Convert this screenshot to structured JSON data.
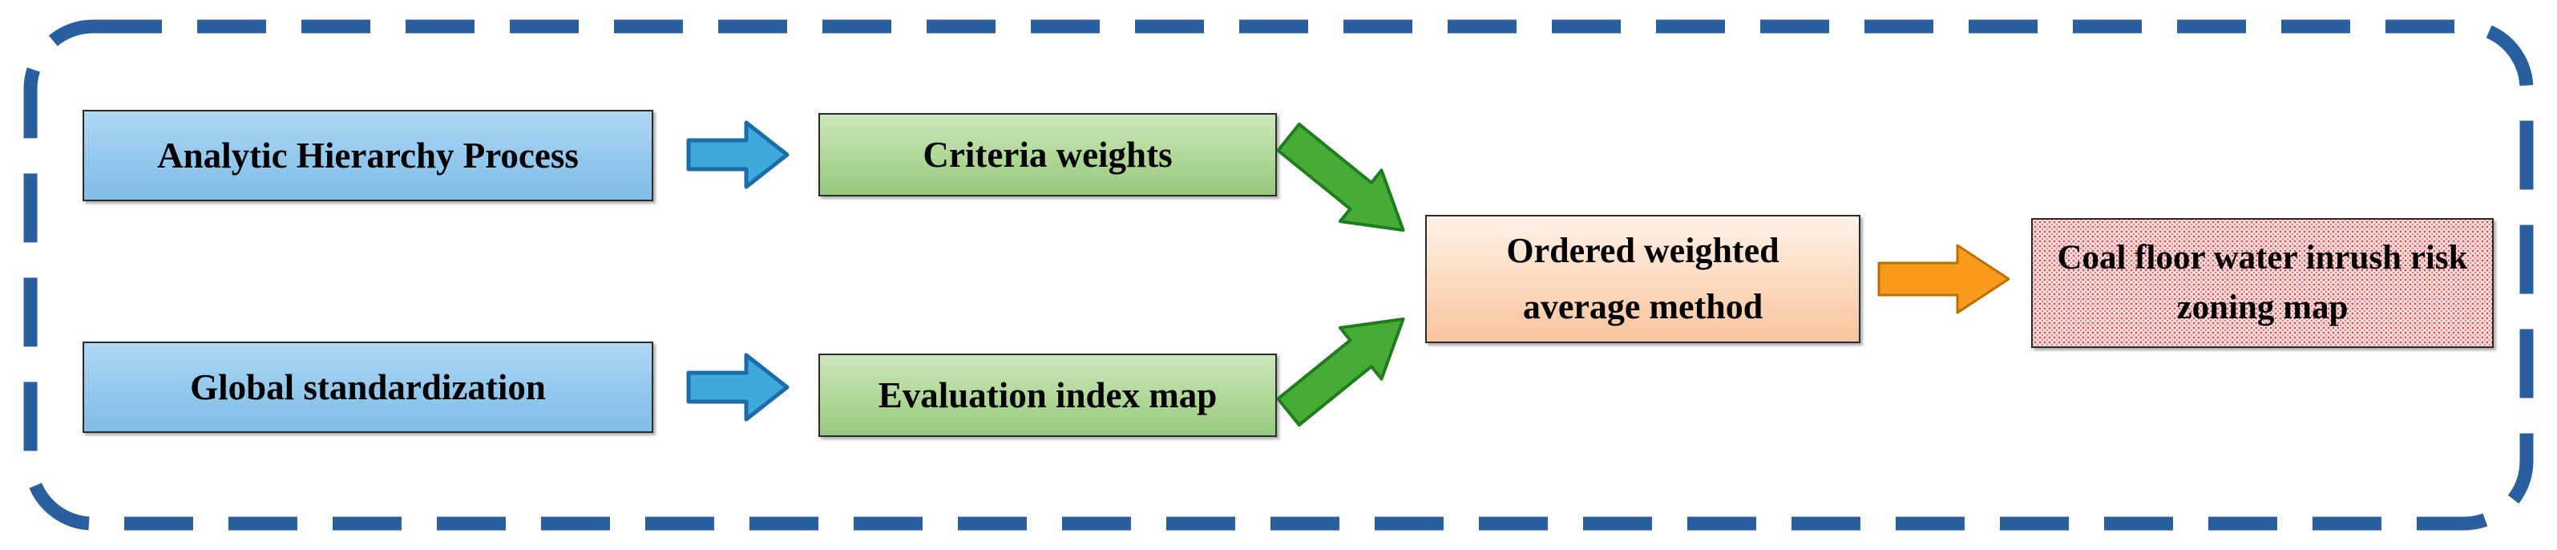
{
  "figure": {
    "type": "flow-diagram",
    "boxes": {
      "analytic_hierarchy_process": "Analytic Hierarchy Process",
      "global_standardization": "Global standardization",
      "criteria_weights": "Criteria weights",
      "evaluation_index_map": "Evaluation index map",
      "ordered_weighted_average": "Ordered weighted average method",
      "risk_zoning_map": "Coal floor water inrush risk zoning map"
    },
    "arrows": {
      "ahp_to_criteria": "right-arrow",
      "global_to_evaluation": "right-arrow",
      "criteria_to_owa": "down-right-arrow",
      "evaluation_to_owa": "up-right-arrow",
      "owa_to_map": "right-arrow"
    },
    "colors": {
      "dashed_border": "#2a5f9f",
      "process_box_fill_blue": "#8fc6ec",
      "intermediate_box_fill_green": "#a8d08d",
      "method_box_fill_orange": "#fbcda9",
      "output_box_pattern_red": "#e04a4a",
      "arrow_blue_fill": "#3fa9dc",
      "arrow_blue_stroke": "#1b6ca8",
      "arrow_green_fill": "#46ac36",
      "arrow_green_stroke": "#1e7e1e",
      "arrow_orange_fill": "#f89b1c",
      "arrow_orange_stroke": "#bf6f00",
      "box_border": "#2b2b2b",
      "text_color": "#000000"
    }
  }
}
